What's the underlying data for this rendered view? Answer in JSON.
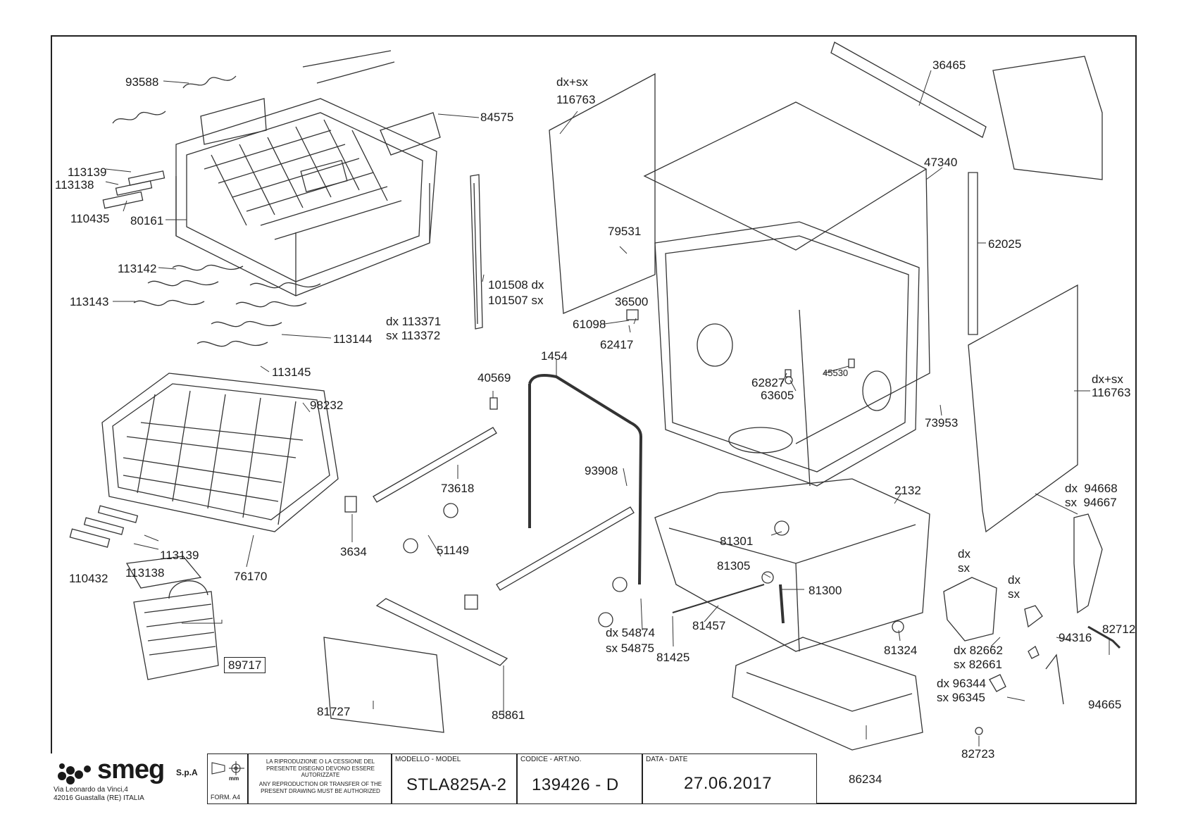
{
  "labels": {
    "l93588": "93588",
    "l84575": "84575",
    "l113139a": "113139",
    "l113138a": "113138",
    "l110435": "110435",
    "l80161": "80161",
    "l113142": "113142",
    "l113143": "113143",
    "l113144": "113144",
    "l113145": "113145",
    "l101508": "101508 dx",
    "l101507": "101507 sx",
    "l113371": "dx 113371",
    "l113372": "sx 113372",
    "l98232": "98232",
    "l113139b": "113139",
    "l113138b": "113138",
    "l110432": "110432",
    "l76170": "76170",
    "l3634": "3634",
    "l89717": "89717",
    "l40569": "40569",
    "l73618": "73618",
    "l51149": "51149",
    "l1454": "1454",
    "l93908": "93908",
    "l54874": "dx 54874",
    "l54875": "sx 54875",
    "l81425": "81425",
    "l81457": "81457",
    "l81301": "81301",
    "l81305": "81305",
    "l81300": "81300",
    "l85861": "85861",
    "l81727": "81727",
    "l86234": "86234",
    "l81324": "81324",
    "l2132": "2132",
    "ldxsx1": "dx+sx",
    "l116763a": "116763",
    "l79531": "79531",
    "l36500": "36500",
    "l61098": "61098",
    "l62417": "62417",
    "l62827": "62827",
    "l63605": "63605",
    "l45530": "45530",
    "l36465": "36465",
    "l47340": "47340",
    "l62025": "62025",
    "l73953": "73953",
    "ldxsx2": "dx+sx",
    "l116763b": "116763",
    "l94668": "dx  94668",
    "l94667": "sx  94667",
    "ldx1": "dx",
    "lsx1": "sx",
    "ldx2": "dx",
    "lsx2": "sx",
    "l94316": "94316",
    "l82712": "82712",
    "l82662": "dx 82662",
    "l82661": "sx 82661",
    "l96344": "dx 96344",
    "l96345": "sx 96345",
    "l94665": "94665",
    "l82723": "82723"
  },
  "titleblock": {
    "brand": "smeg",
    "brand_suffix": "S.p.A",
    "address_line1": "Via Leonardo da Vinci,4",
    "address_line2": "42016  Guastalla (RE) ITALIA",
    "format": "FORM. A4",
    "unit": "mm",
    "notice_it": "LA RIPRODUZIONE O LA CESSIONE DEL PRESENTE DISEGNO DEVONO ESSERE AUTORIZZATE",
    "notice_en": "ANY REPRODUCTION OR TRANSFER OF THE PRESENT DRAWING MUST BE AUTHORIZED",
    "model_caption": "MODELLO - MODEL",
    "model_value": "STLA825A-2",
    "code_caption": "CODICE - ART.NO.",
    "code_value": "139426 - D",
    "date_caption": "DATA - DATE",
    "date_value": "27.06.2017"
  }
}
